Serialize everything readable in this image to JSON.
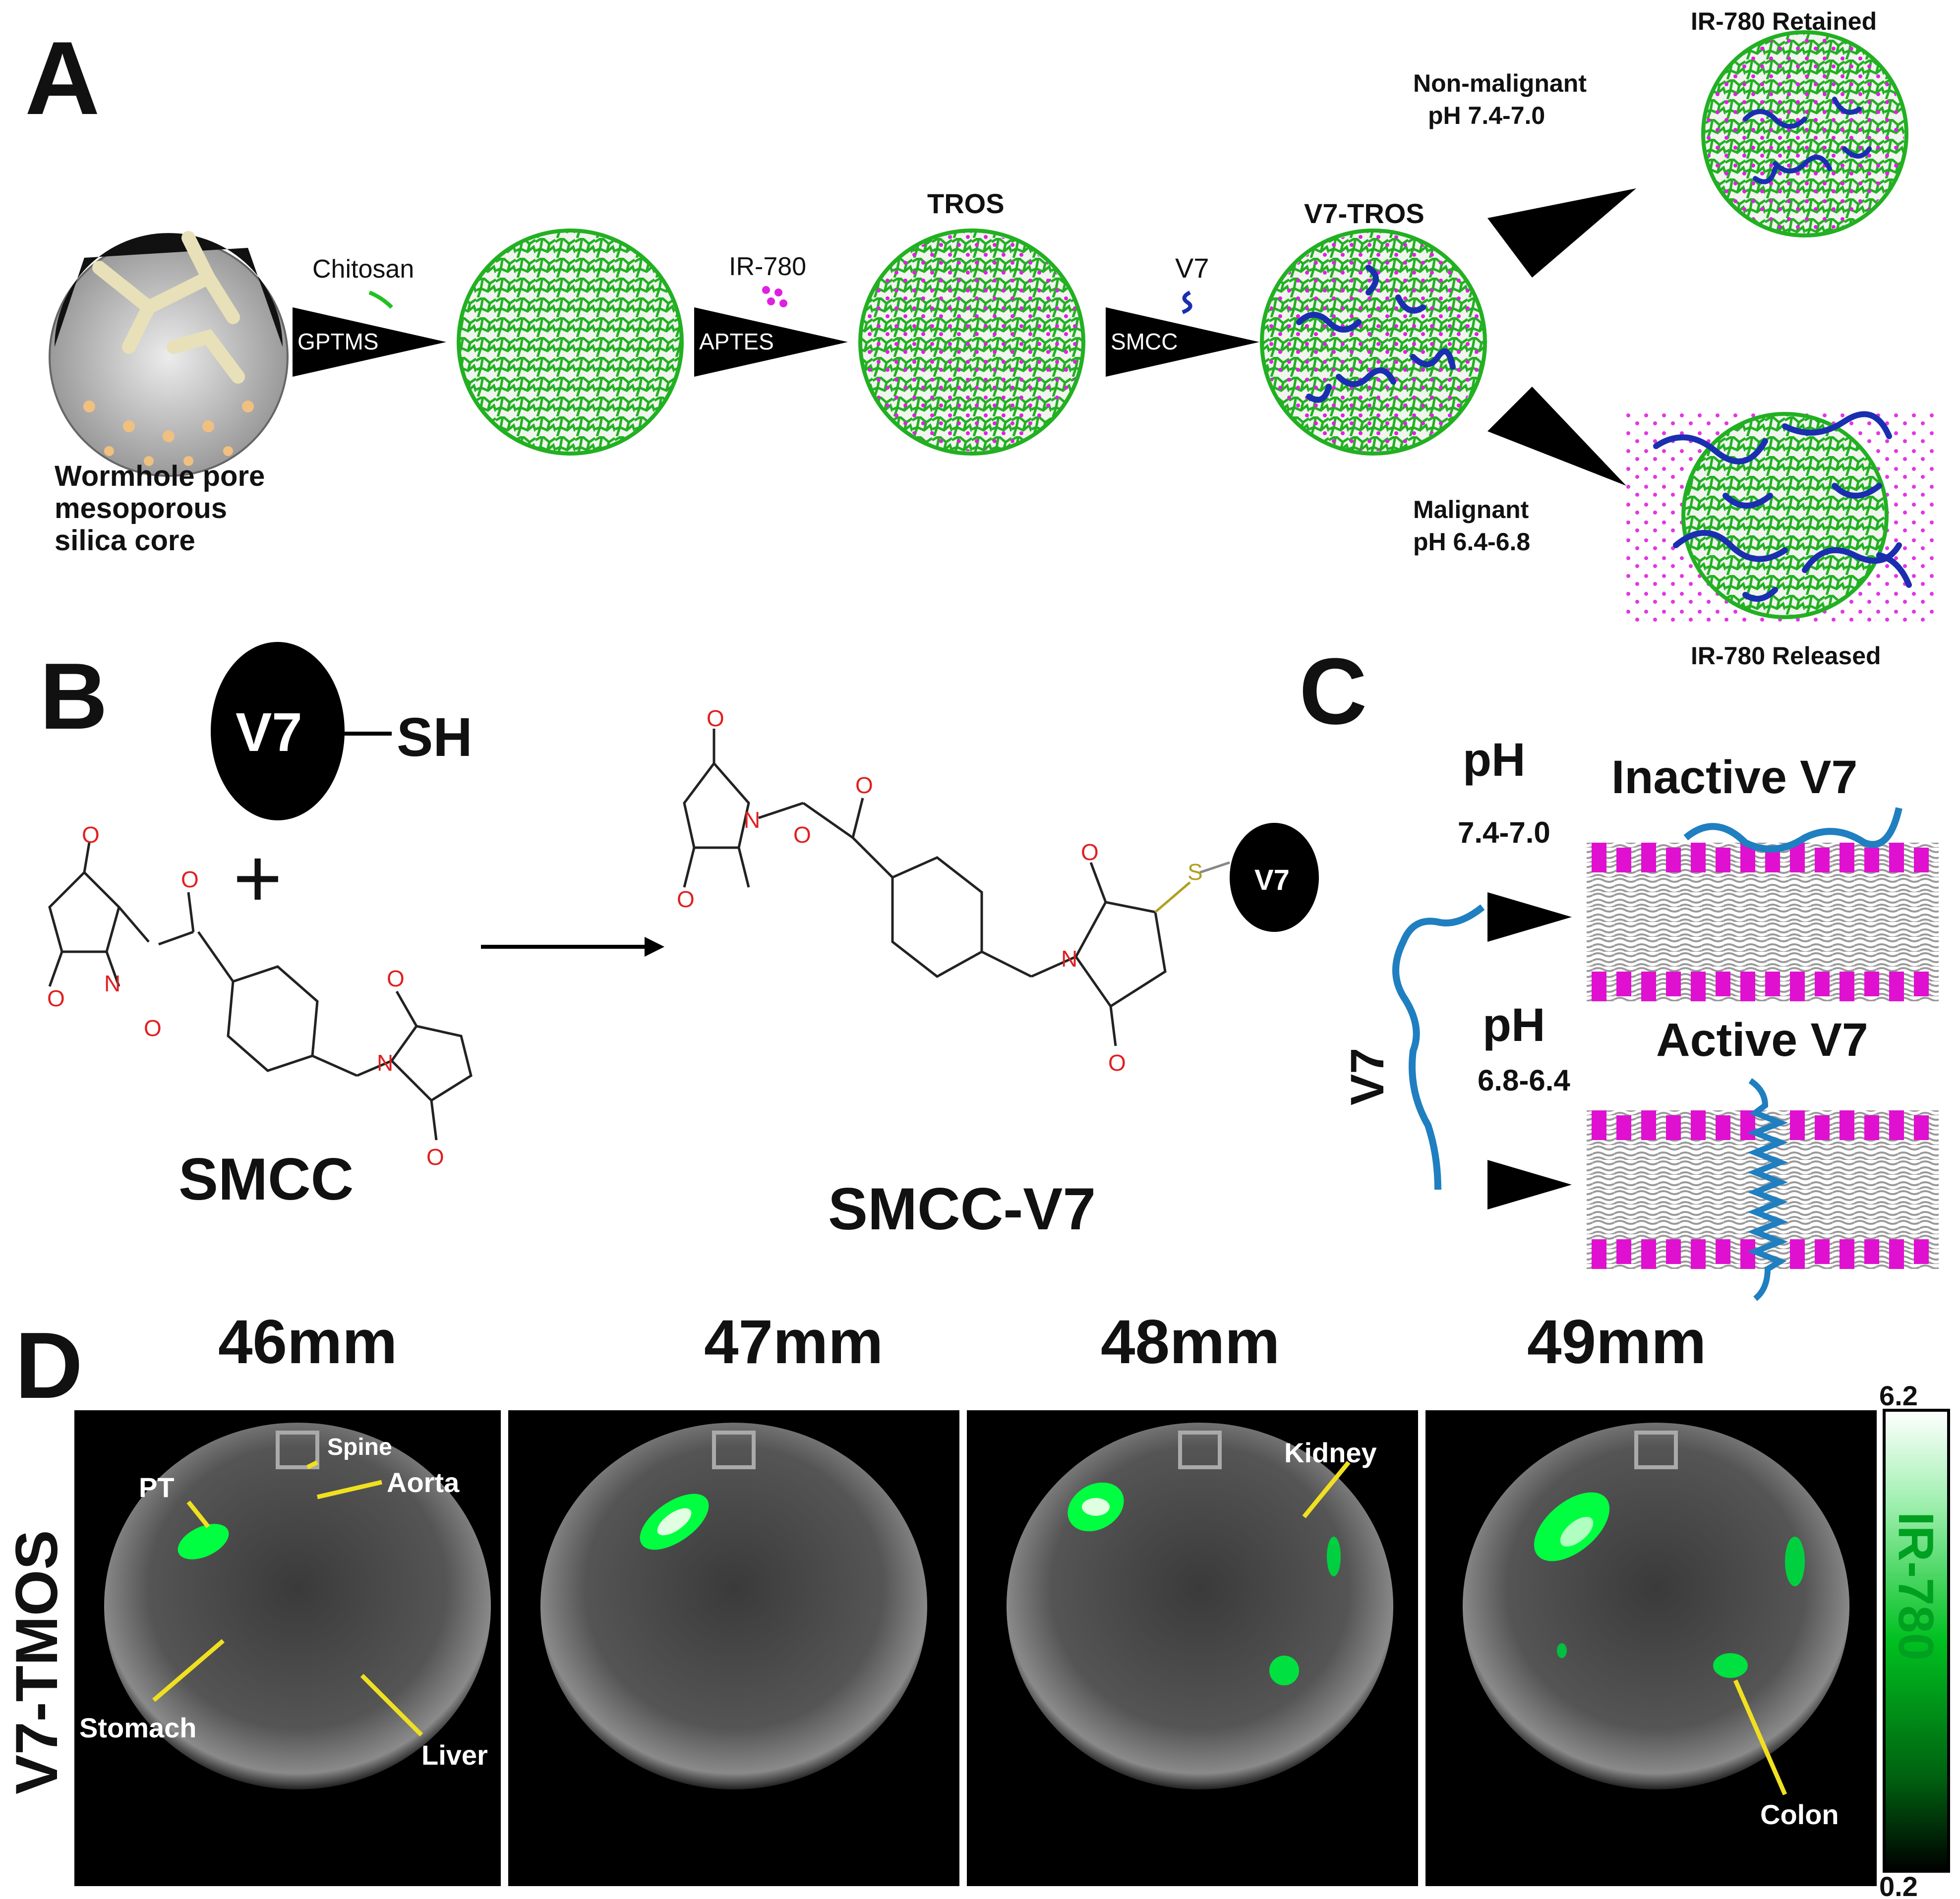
{
  "panels": {
    "a": "A",
    "b": "B",
    "c": "C",
    "d": "D"
  },
  "panel_a": {
    "core_label": [
      "Wormhole pore",
      "mesoporous",
      "silica core"
    ],
    "reagent1": "Chitosan",
    "linker1": "GPTMS",
    "reagent2": "IR-780",
    "linker2": "APTES",
    "reagent3": "V7",
    "linker3": "SMCC",
    "tros_label": "TROS",
    "v7tros_label": "V7-TROS",
    "nonmalignant": [
      "Non-malignant",
      "pH 7.4-7.0"
    ],
    "malignant": [
      "Malignant",
      "pH 6.4-6.8"
    ],
    "retained": "IR-780 Retained",
    "released": "IR-780 Released"
  },
  "panel_b": {
    "v7": "V7",
    "sh": "SH",
    "plus": "+",
    "smcc": "SMCC",
    "product": "SMCC-V7",
    "atom_o": "O",
    "atom_n": "N",
    "atom_s": "S",
    "v7_small": "V7"
  },
  "panel_c": {
    "ph1": "pH",
    "ph1_range": "7.4-7.0",
    "inactive": "Inactive V7",
    "ph2": "pH",
    "ph2_range": "6.8-6.4",
    "active": "Active V7",
    "v7": "V7"
  },
  "panel_d": {
    "depths": [
      "46mm",
      "47mm",
      "48mm",
      "49mm"
    ],
    "row_label": "V7-TMOS",
    "scale_label": "IR-780",
    "scale_max": "6.2",
    "scale_min": "0.2",
    "annotations": {
      "spine": "Spine",
      "pt": "PT",
      "aorta": "Aorta",
      "stomach": "Stomach",
      "liver": "Liver",
      "kidney": "Kidney",
      "colon": "Colon"
    }
  },
  "colors": {
    "chitosan": "#22c022",
    "dye": "#e020e0",
    "peptide": "#1a2fb0",
    "peptide_c": "#1f7fc0",
    "lipid_head": "#e010d0",
    "fluor": "#00ff40",
    "atom_red": "#e02020",
    "arrow_yellow": "#f0e020"
  }
}
